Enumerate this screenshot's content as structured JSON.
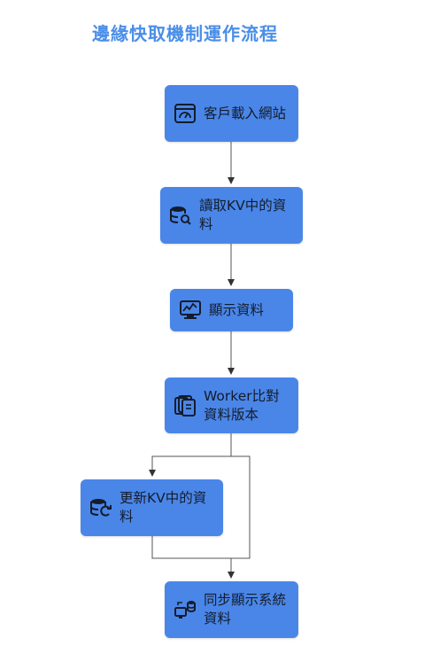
{
  "title": "邊緣快取機制運作流程",
  "nodes": [
    {
      "id": "load",
      "label": "客戶載入網站",
      "icon": "dashboard-icon"
    },
    {
      "id": "read",
      "label": "讀取KV中的資料",
      "icon": "database-search-icon"
    },
    {
      "id": "show",
      "label": "顯示資料",
      "icon": "monitor-chart-icon"
    },
    {
      "id": "compare",
      "label": "Worker比對資料版本",
      "icon": "files-compare-icon"
    },
    {
      "id": "update",
      "label": "更新KV中的資料",
      "icon": "database-refresh-icon"
    },
    {
      "id": "sync",
      "label": "同步顯示系統資料",
      "icon": "sync-devices-icon"
    }
  ],
  "colors": {
    "node_fill": "#4a86e8",
    "title": "#4a8ee8",
    "edge": "#333333"
  }
}
